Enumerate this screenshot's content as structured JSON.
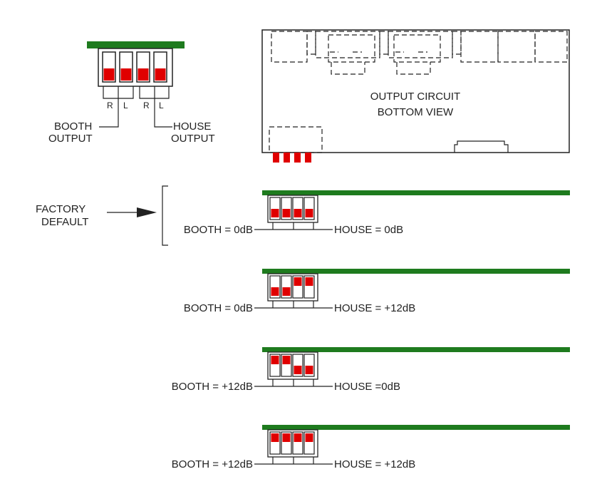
{
  "colors": {
    "board": "#1e7b1e",
    "actuator": "#e00000",
    "line": "#222222",
    "housing": "#ffffff"
  },
  "detail": {
    "channel_left": "R",
    "channel_right": "L",
    "booth_line1": "BOOTH",
    "booth_line2": "OUTPUT",
    "house_line1": "HOUSE",
    "house_line2": "OUTPUT",
    "switch_positions": [
      "down",
      "down",
      "down",
      "down"
    ]
  },
  "circuit": {
    "title_line1": "OUTPUT CIRCUIT",
    "title_line2": "BOTTOM VIEW"
  },
  "factory_default": {
    "line1": "FACTORY",
    "line2": "DEFAULT"
  },
  "configs": [
    {
      "booth": "BOOTH = 0dB",
      "house": "HOUSE = 0dB",
      "switches": [
        "down",
        "down",
        "down",
        "down"
      ]
    },
    {
      "booth": "BOOTH = 0dB",
      "house": "HOUSE = +12dB",
      "switches": [
        "down",
        "down",
        "up",
        "up"
      ]
    },
    {
      "booth": "BOOTH = +12dB",
      "house": "HOUSE =0dB",
      "switches": [
        "up",
        "up",
        "down",
        "down"
      ]
    },
    {
      "booth": "BOOTH = +12dB",
      "house": "HOUSE = +12dB",
      "switches": [
        "up",
        "up",
        "up",
        "up"
      ]
    }
  ]
}
